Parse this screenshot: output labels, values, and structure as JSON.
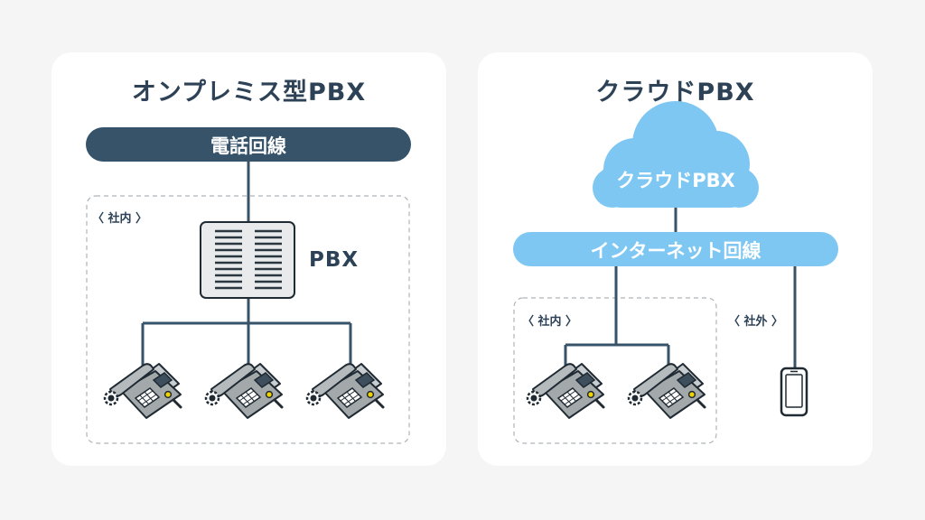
{
  "colors": {
    "background": "#f5f5f5",
    "panel": "#ffffff",
    "navy": "#36536a",
    "line": "#36536a",
    "cloud": "#7ec7f2",
    "phone_body": "#a3a8ab",
    "phone_outline": "#1f2a33",
    "accent_yellow": "#f0d200"
  },
  "onprem": {
    "title": "オンプレミス型PBX",
    "line_label": "電話回線",
    "zone_label": "〈 社内 〉",
    "pbx_label": "PBX"
  },
  "cloud": {
    "title": "クラウドPBX",
    "cloud_label": "クラウドPBX",
    "internet_label": "インターネット回線",
    "office_label": "〈 社内 〉",
    "outside_label": "〈 社外 〉"
  },
  "icons": [
    "desk-phone-icon",
    "pbx-server-icon",
    "cloud-icon",
    "smartphone-icon"
  ]
}
